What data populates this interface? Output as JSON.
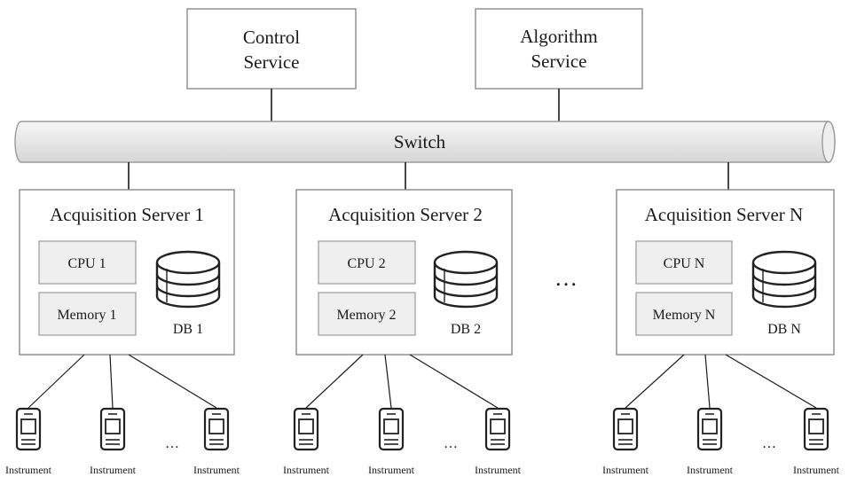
{
  "services": [
    {
      "line1": "Control",
      "line2": "Service"
    },
    {
      "line1": "Algorithm",
      "line2": "Service"
    }
  ],
  "switch_label": "Switch",
  "servers": [
    {
      "title": "Acquisition Server 1",
      "cpu": "CPU 1",
      "memory": "Memory 1",
      "db": "DB 1"
    },
    {
      "title": "Acquisition Server 2",
      "cpu": "CPU 2",
      "memory": "Memory 2",
      "db": "DB 2"
    },
    {
      "title": "Acquisition Server N",
      "cpu": "CPU N",
      "memory": "Memory N",
      "db": "DB N"
    }
  ],
  "server_ellipsis": "…",
  "instrument_label": "Instrument",
  "instrument_ellipsis": "…",
  "colors": {
    "box_border": "#8a8a8a",
    "inner_fill": "#efefef",
    "switch_fill": "#e8e8e8",
    "line": "#1a1a1a"
  }
}
